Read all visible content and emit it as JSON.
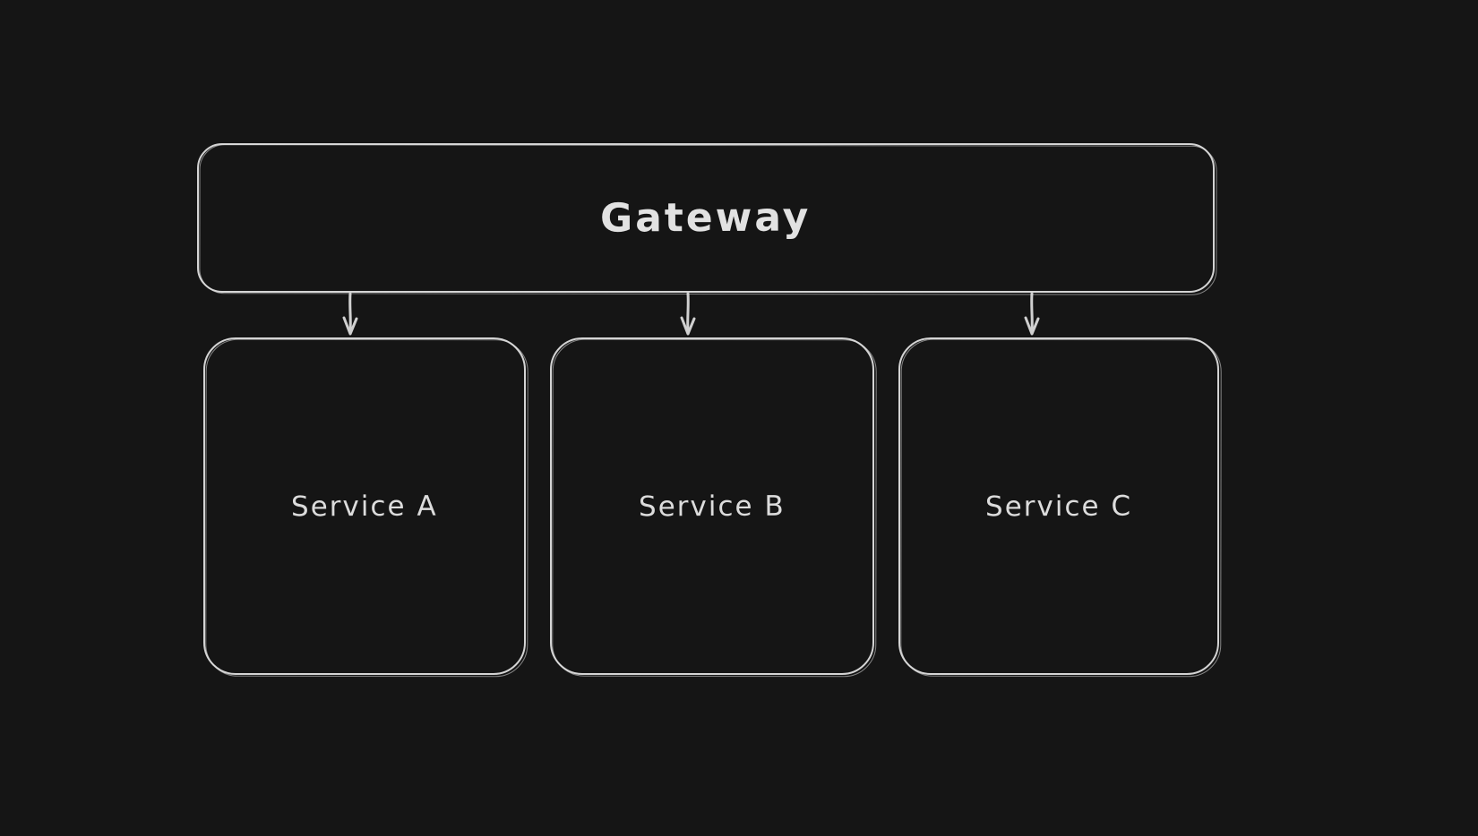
{
  "diagram": {
    "nodes": [
      {
        "id": "gateway",
        "label": "Gateway",
        "shape": "rounded-rectangle"
      },
      {
        "id": "service-a",
        "label": "Service A",
        "shape": "rounded-rectangle"
      },
      {
        "id": "service-b",
        "label": "Service B",
        "shape": "rounded-rectangle"
      },
      {
        "id": "service-c",
        "label": "Service C",
        "shape": "rounded-rectangle"
      }
    ],
    "edges": [
      {
        "from": "gateway",
        "to": "service-a",
        "style": "arrow-down"
      },
      {
        "from": "gateway",
        "to": "service-b",
        "style": "arrow-down"
      },
      {
        "from": "gateway",
        "to": "service-c",
        "style": "arrow-down"
      }
    ]
  },
  "theme": {
    "background": "#151515",
    "stroke": "#d4d4d4",
    "text": "#e2e2e2",
    "style": "hand-drawn"
  }
}
